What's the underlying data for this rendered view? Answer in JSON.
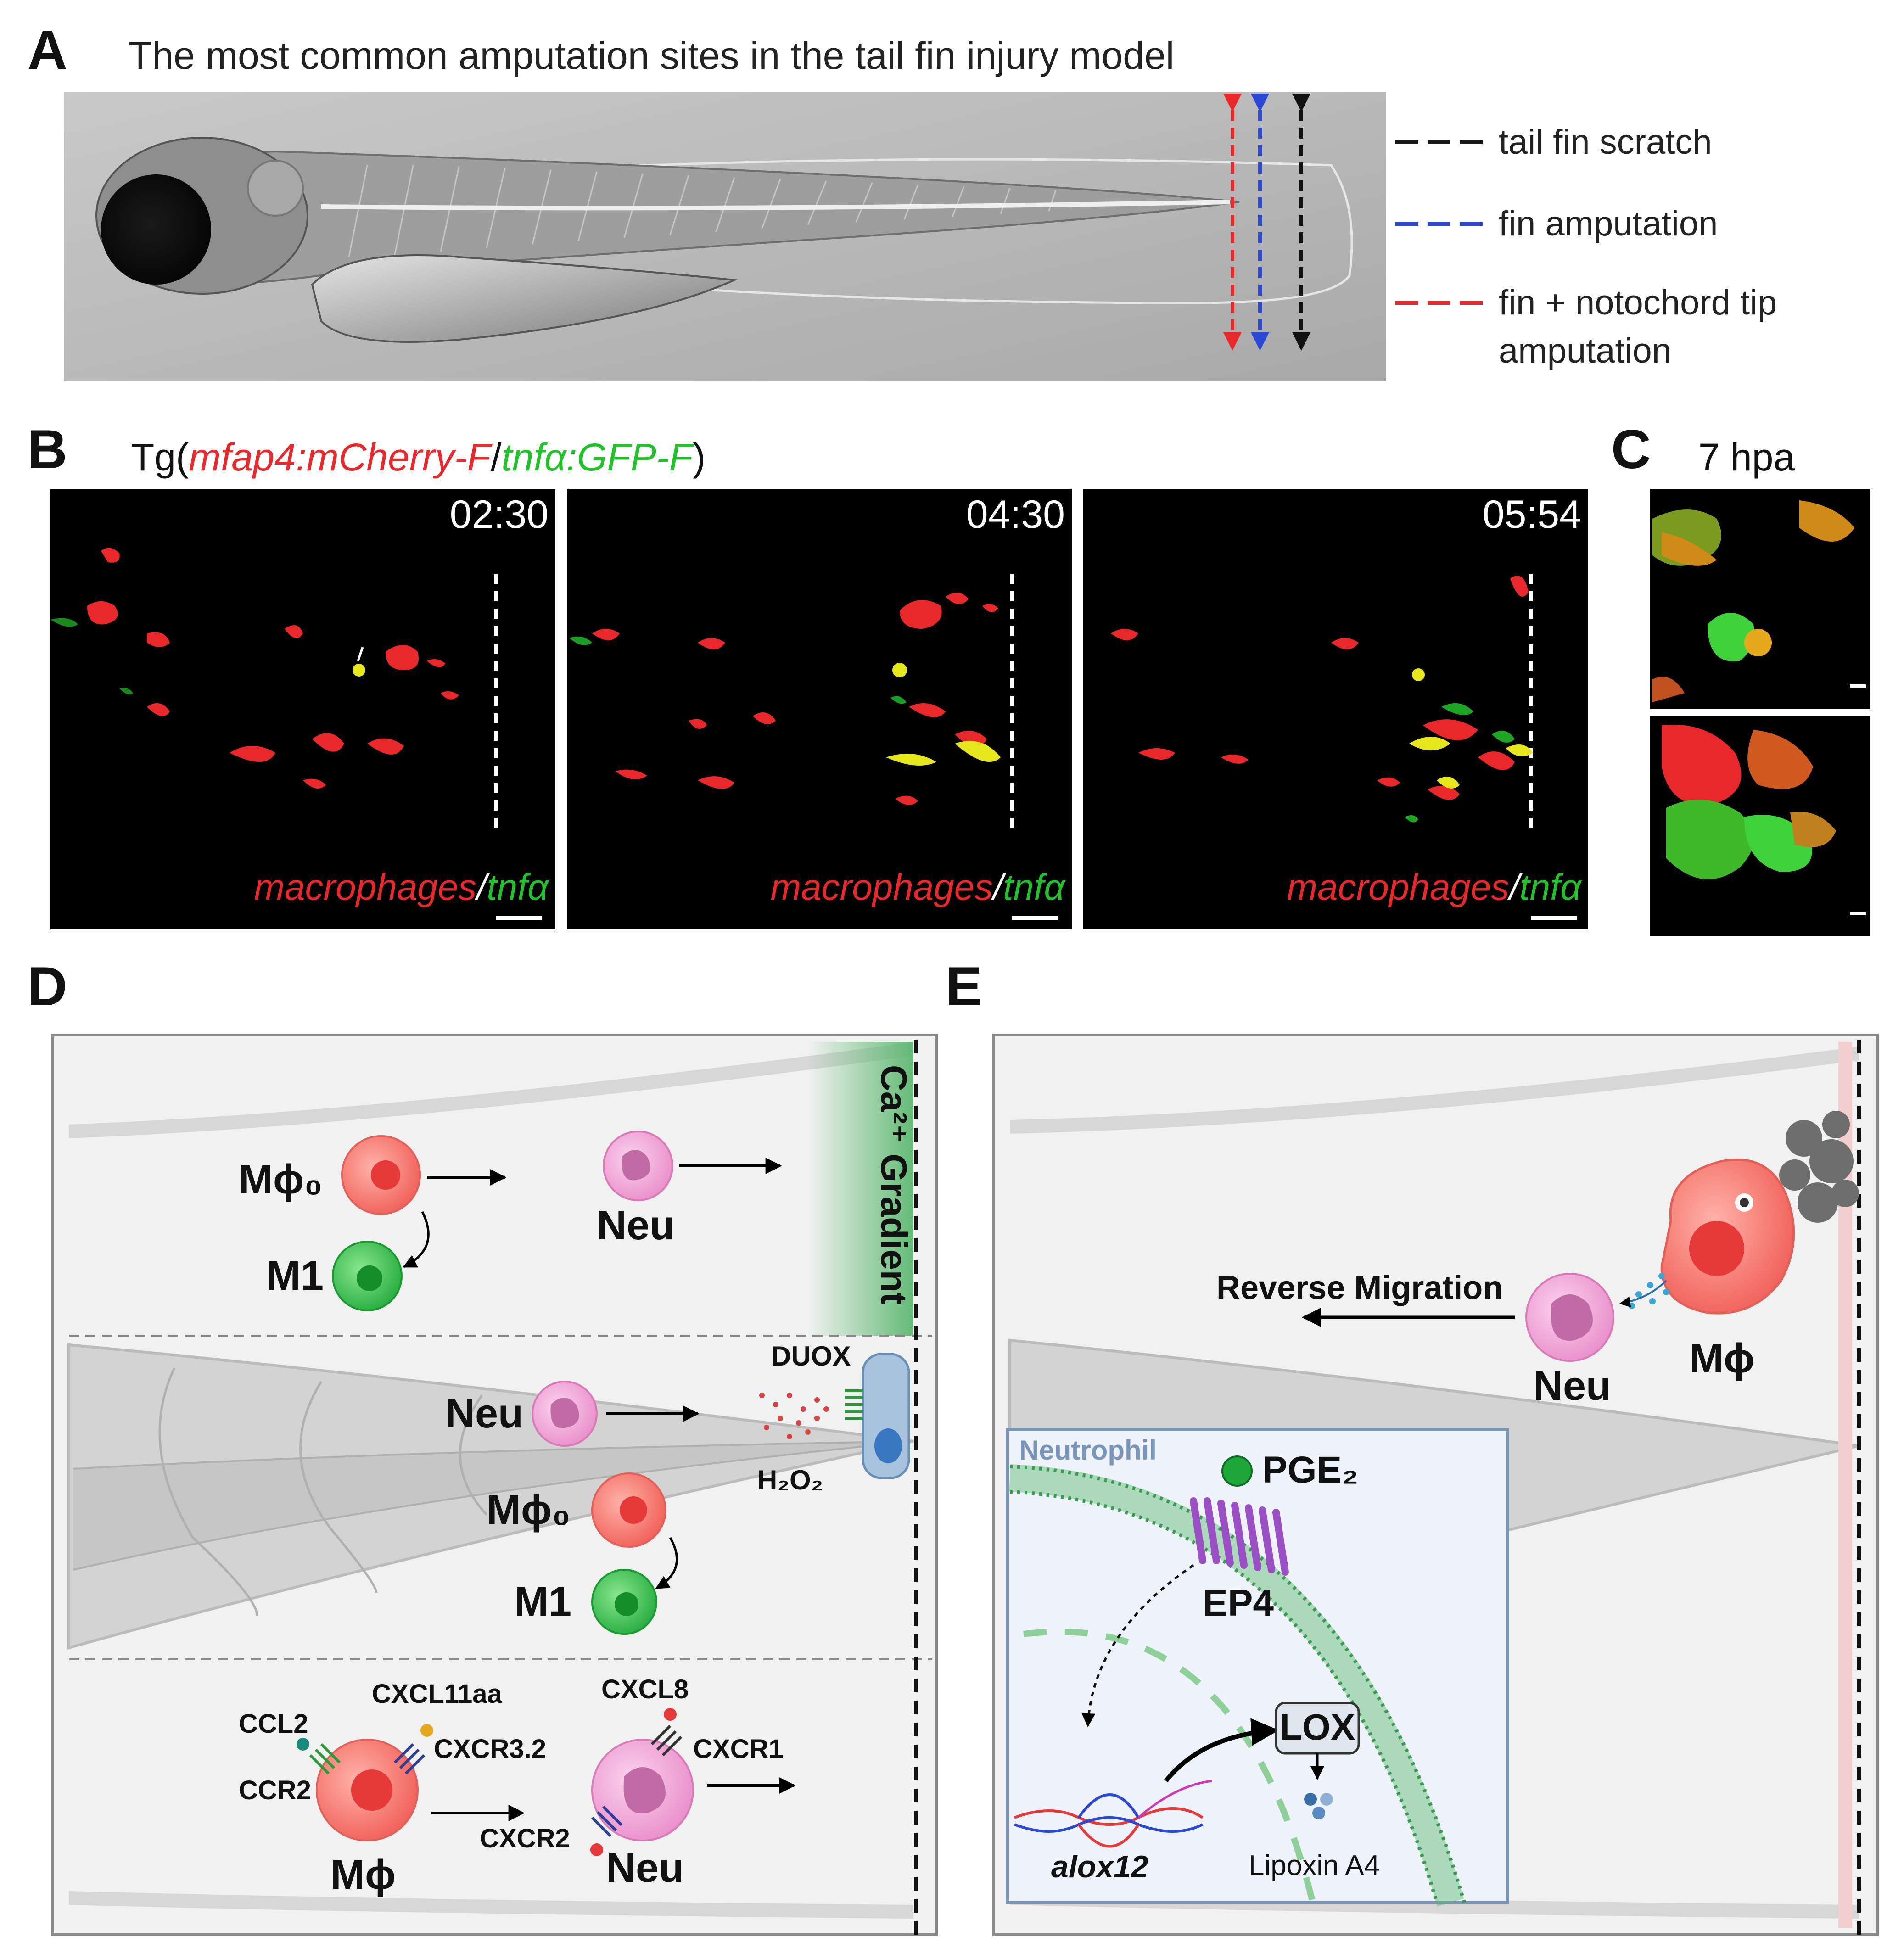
{
  "panel_letters": {
    "a": "A",
    "b": "B",
    "c": "C",
    "d": "D",
    "e": "E"
  },
  "panel_a": {
    "title": "The most common amputation sites in the tail fin injury model",
    "legend": [
      {
        "label": "tail fin scratch",
        "color": "#1a1a1a"
      },
      {
        "label": "fin amputation",
        "color": "#2a47d6"
      },
      {
        "label": "fin + notochord tip",
        "label2": "amputation",
        "color": "#e8282a"
      }
    ]
  },
  "panel_b": {
    "title_prefix": "Tg(",
    "title_red": "mfap4:mCherry-F",
    "title_sep": "/",
    "title_green": "tnfα:GFP-F",
    "title_suffix": ")",
    "frames": [
      {
        "time": "02:30",
        "label_red": "macrophages",
        "sep": "/",
        "label_green": "tnfα"
      },
      {
        "time": "04:30",
        "label_red": "macrophages",
        "sep": "/",
        "label_green": "tnfα"
      },
      {
        "time": "05:54",
        "label_red": "macrophages",
        "sep": "/",
        "label_green": "tnfα"
      }
    ]
  },
  "panel_c": {
    "time": "7 hpa"
  },
  "panel_d": {
    "gradient_label": "Ca²⁺ Gradient",
    "cells": {
      "mphi0": "Mϕ₀",
      "m1": "M1",
      "neu": "Neu",
      "mphi": "Mϕ"
    },
    "duox": "DUOX",
    "h2o2": "H₂O₂",
    "receptors": {
      "ccl2": "CCL2",
      "ccr2": "CCR2",
      "cxcl11aa": "CXCL11aa",
      "cxcr32": "CXCR3.2",
      "cxcl8": "CXCL8",
      "cxcr1": "CXCR1",
      "cxcr2": "CXCR2"
    }
  },
  "panel_e": {
    "reverse_migration": "Reverse Migration",
    "neu": "Neu",
    "mphi": "Mϕ",
    "inset_title": "Neutrophil",
    "pge2": "PGE₂",
    "ep4": "EP4",
    "lox": "LOX",
    "alox12": "alox12",
    "lipoxin": "Lipoxin A4"
  },
  "colors": {
    "mac_red": "#e8282a",
    "tnf_green": "#22c32a",
    "amput_blue": "#2a47d6",
    "neu_pink": "#f0a6d8",
    "mphi_salmon": "#f5776f",
    "m1_green": "#34c24a",
    "membrane_green": "#5cb870",
    "ep4_purple": "#9b4fc4",
    "inset_blue": "#7a95b8"
  }
}
